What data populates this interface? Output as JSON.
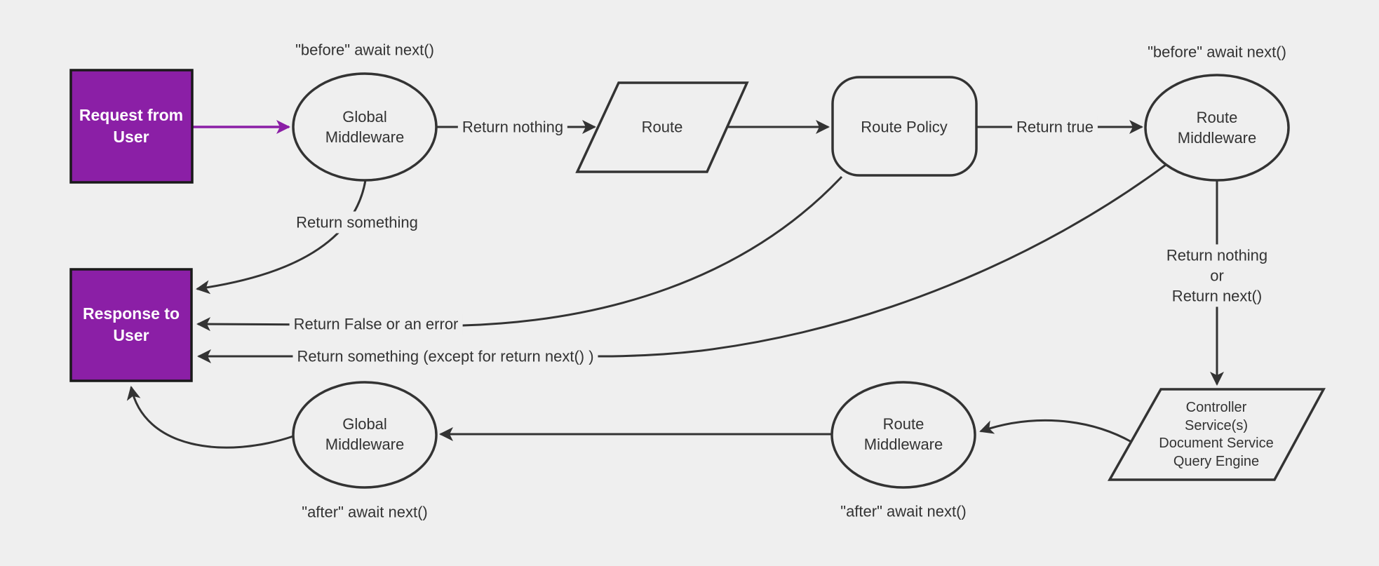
{
  "diagram": {
    "title": "Backend request / response lifecycle flowchart",
    "colors": {
      "background": "#efefef",
      "line": "#333333",
      "text": "#333333",
      "node_purple": "#8b1fa6",
      "node_border": "#1a1a1a",
      "white": "#ffffff"
    },
    "nodes": {
      "request": {
        "label": "Request from User"
      },
      "response": {
        "label": "Response to User"
      },
      "global_mw_top": {
        "label": "Global Middleware"
      },
      "route": {
        "label": "Route"
      },
      "route_policy": {
        "label": "Route Policy"
      },
      "route_mw_top": {
        "label": "Route Middleware"
      },
      "controller": {
        "lines": [
          "Controller",
          "Service(s)",
          "Document Service",
          "Query Engine"
        ]
      },
      "route_mw_bottom": {
        "label": "Route Middleware"
      },
      "global_mw_bottom": {
        "label": "Global Middleware"
      }
    },
    "edge_labels": {
      "before_global": "\"before\" await next()",
      "before_route": "\"before\" await next()",
      "return_nothing": "Return nothing",
      "return_true": "Return true",
      "return_nothing_or": {
        "lines": [
          "Return nothing",
          "or",
          "Return next()"
        ]
      },
      "return_something": "Return something",
      "return_false": "Return False or an error",
      "return_something_except": "Return something (except for return next() )",
      "after_route": "\"after\" await next()",
      "after_global": "\"after\" await next()"
    }
  }
}
